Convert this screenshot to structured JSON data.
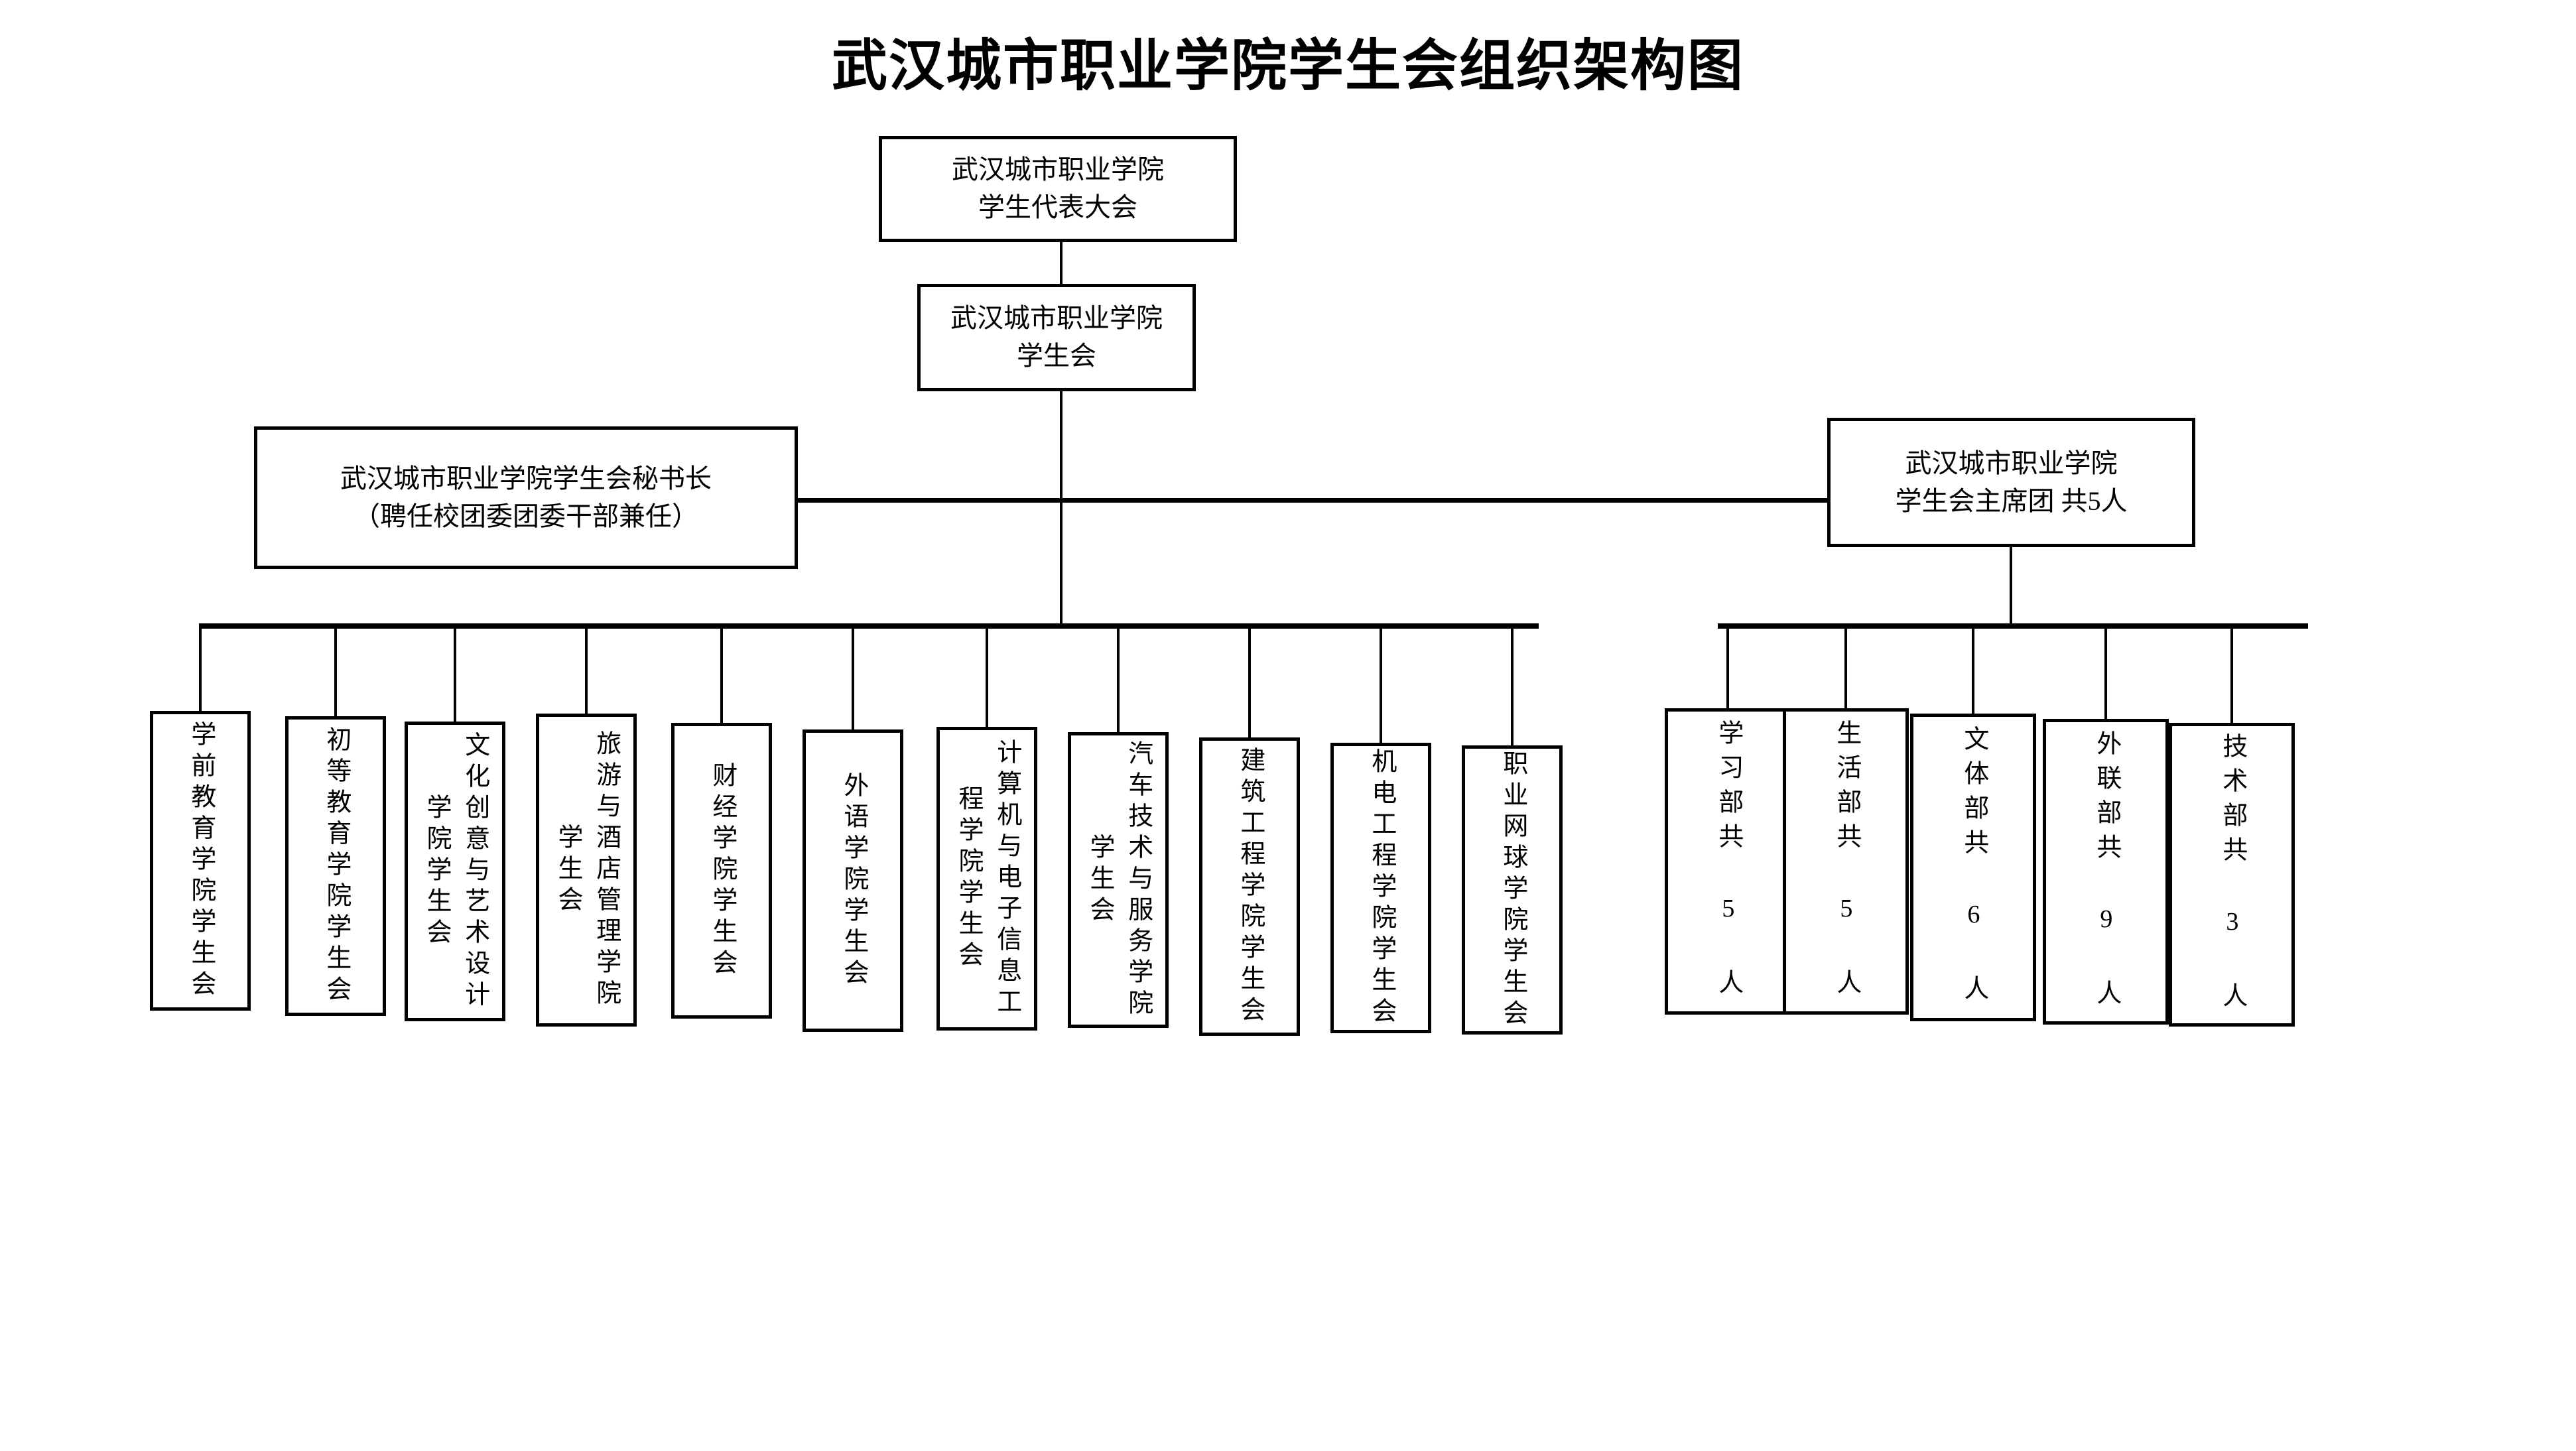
{
  "title": "武汉城市职业学院学生会组织架构图",
  "top": {
    "congress": {
      "line1": "武汉城市职业学院",
      "line2": "学生代表大会"
    },
    "union": {
      "line1": "武汉城市职业学院",
      "line2": "学生会"
    },
    "secretary": {
      "line1": "武汉城市职业学院学生会秘书长",
      "line2": "（聘任校团委团委干部兼任）"
    },
    "presidium": {
      "line1": "武汉城市职业学院",
      "line2": "学生会主席团  共5人"
    }
  },
  "colleges": [
    {
      "label": "学前教育学院学生会"
    },
    {
      "label": "初等教育学院学生会"
    },
    {
      "label": "文化创意与艺术设计学院学生会"
    },
    {
      "label": "旅游与酒店管理学院学生会"
    },
    {
      "label": "财经学院学生会"
    },
    {
      "label": "外语学院学生会"
    },
    {
      "label": "计算机与电子信息工程学院学生会"
    },
    {
      "label": "汽车技术与服务学院学生会"
    },
    {
      "label": "建筑工程学院学生会"
    },
    {
      "label": "机电工程学院学生会"
    },
    {
      "label": "职业网球学院学生会"
    }
  ],
  "departments": [
    {
      "label": "学习部共 5 人"
    },
    {
      "label": "生活部共 5 人"
    },
    {
      "label": "文体部共 6 人"
    },
    {
      "label": "外联部共 9 人"
    },
    {
      "label": "技术部共 3 人"
    }
  ],
  "colors": {
    "line": "#000000",
    "background": "#ffffff",
    "text": "#000000"
  }
}
